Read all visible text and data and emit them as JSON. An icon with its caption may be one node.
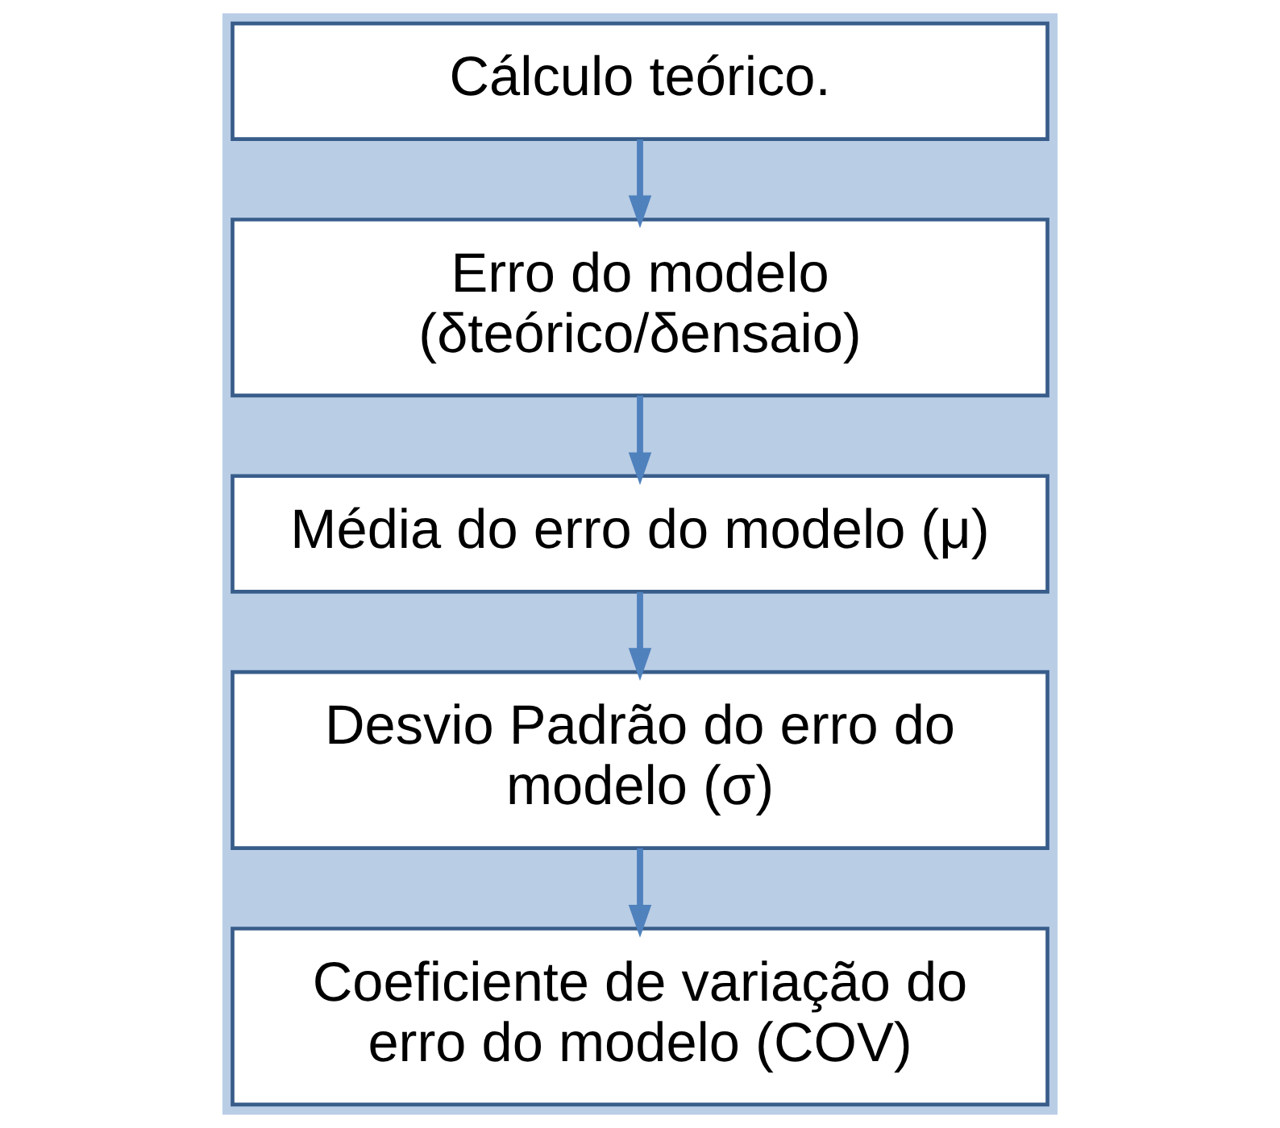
{
  "diagram": {
    "nodes": [
      {
        "text": [
          "Cálculo teórico."
        ]
      },
      {
        "text": [
          "Erro do modelo (δteórico/δensaio)"
        ]
      },
      {
        "text": [
          "Média do erro do modelo (μ)"
        ]
      },
      {
        "text": [
          "Desvio Padrão do erro do modelo (σ)"
        ]
      },
      {
        "text": [
          "Coeficiente de variação do erro do modelo (COV)"
        ]
      }
    ],
    "edges": [
      {
        "from": 0,
        "to": 1,
        "arrow": "to"
      },
      {
        "from": 1,
        "to": 2,
        "arrow": "to"
      },
      {
        "from": 2,
        "to": 3,
        "arrow": "to"
      },
      {
        "from": 3,
        "to": 4,
        "arrow": "to"
      }
    ]
  }
}
